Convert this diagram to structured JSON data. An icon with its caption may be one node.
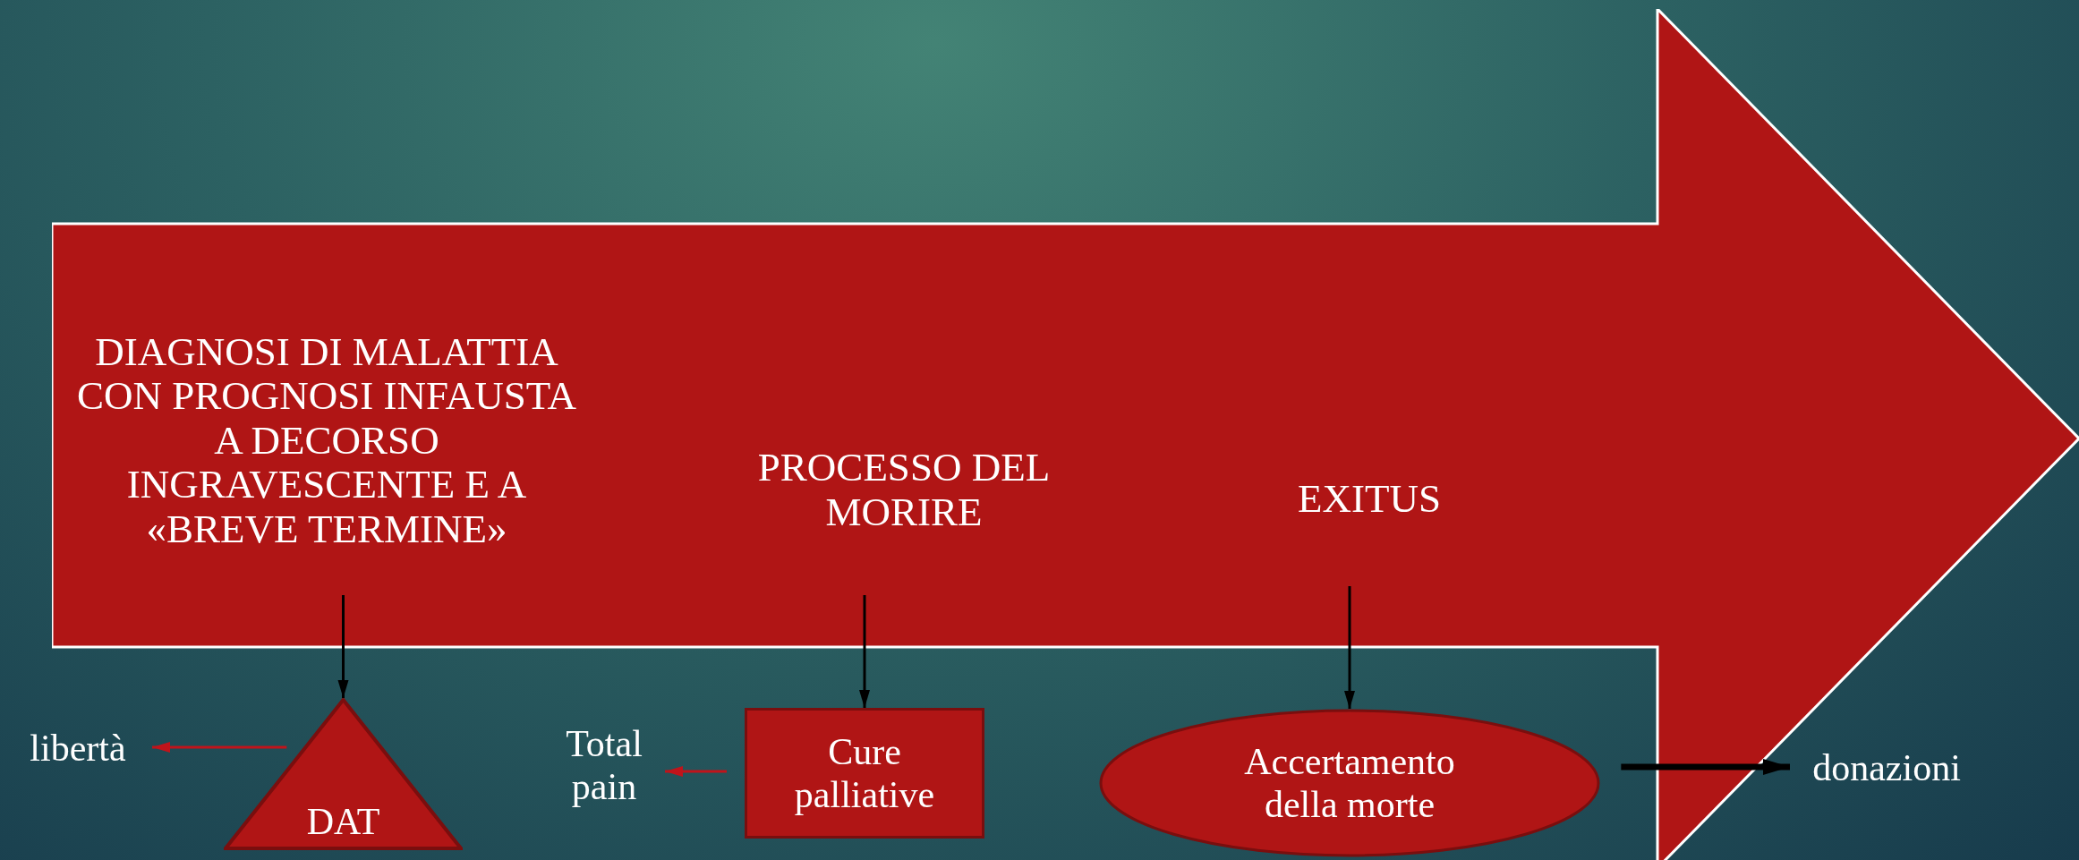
{
  "diagram": {
    "nodes": [
      {
        "text": [],
        "shape": "arrow"
      },
      {
        "text": [
          "DIAGNOSI DI MALATTIA CON PROGNOSI INFAUSTA A DECORSO INGRAVESCENTE E A «BREVE TERMINE»"
        ],
        "in": 0
      },
      {
        "text": [
          "PROCESSO DEL MORIRE"
        ],
        "in": 0
      },
      {
        "text": [
          "EXITUS"
        ],
        "in": 0
      },
      {
        "text": [
          "DAT"
        ]
      },
      {
        "text": [
          "Cure palliative"
        ]
      },
      {
        "text": [
          "Accertamento della morte"
        ]
      },
      {
        "text": [
          "libertà"
        ]
      },
      {
        "text": [
          "Total pain"
        ]
      },
      {
        "text": [
          "donazioni"
        ]
      }
    ],
    "edges": [
      {
        "from": 1,
        "to": 4,
        "arrow": "to"
      },
      {
        "from": 2,
        "to": 5,
        "arrow": "to"
      },
      {
        "from": 3,
        "to": 6,
        "arrow": "to"
      },
      {
        "from": 4,
        "to": 7,
        "arrow": "to",
        "color": "#c0141b"
      },
      {
        "from": 5,
        "to": 8,
        "arrow": "to",
        "color": "#c0141b"
      },
      {
        "from": 6,
        "to": 9,
        "arrow": "to",
        "style": "thick"
      }
    ]
  }
}
